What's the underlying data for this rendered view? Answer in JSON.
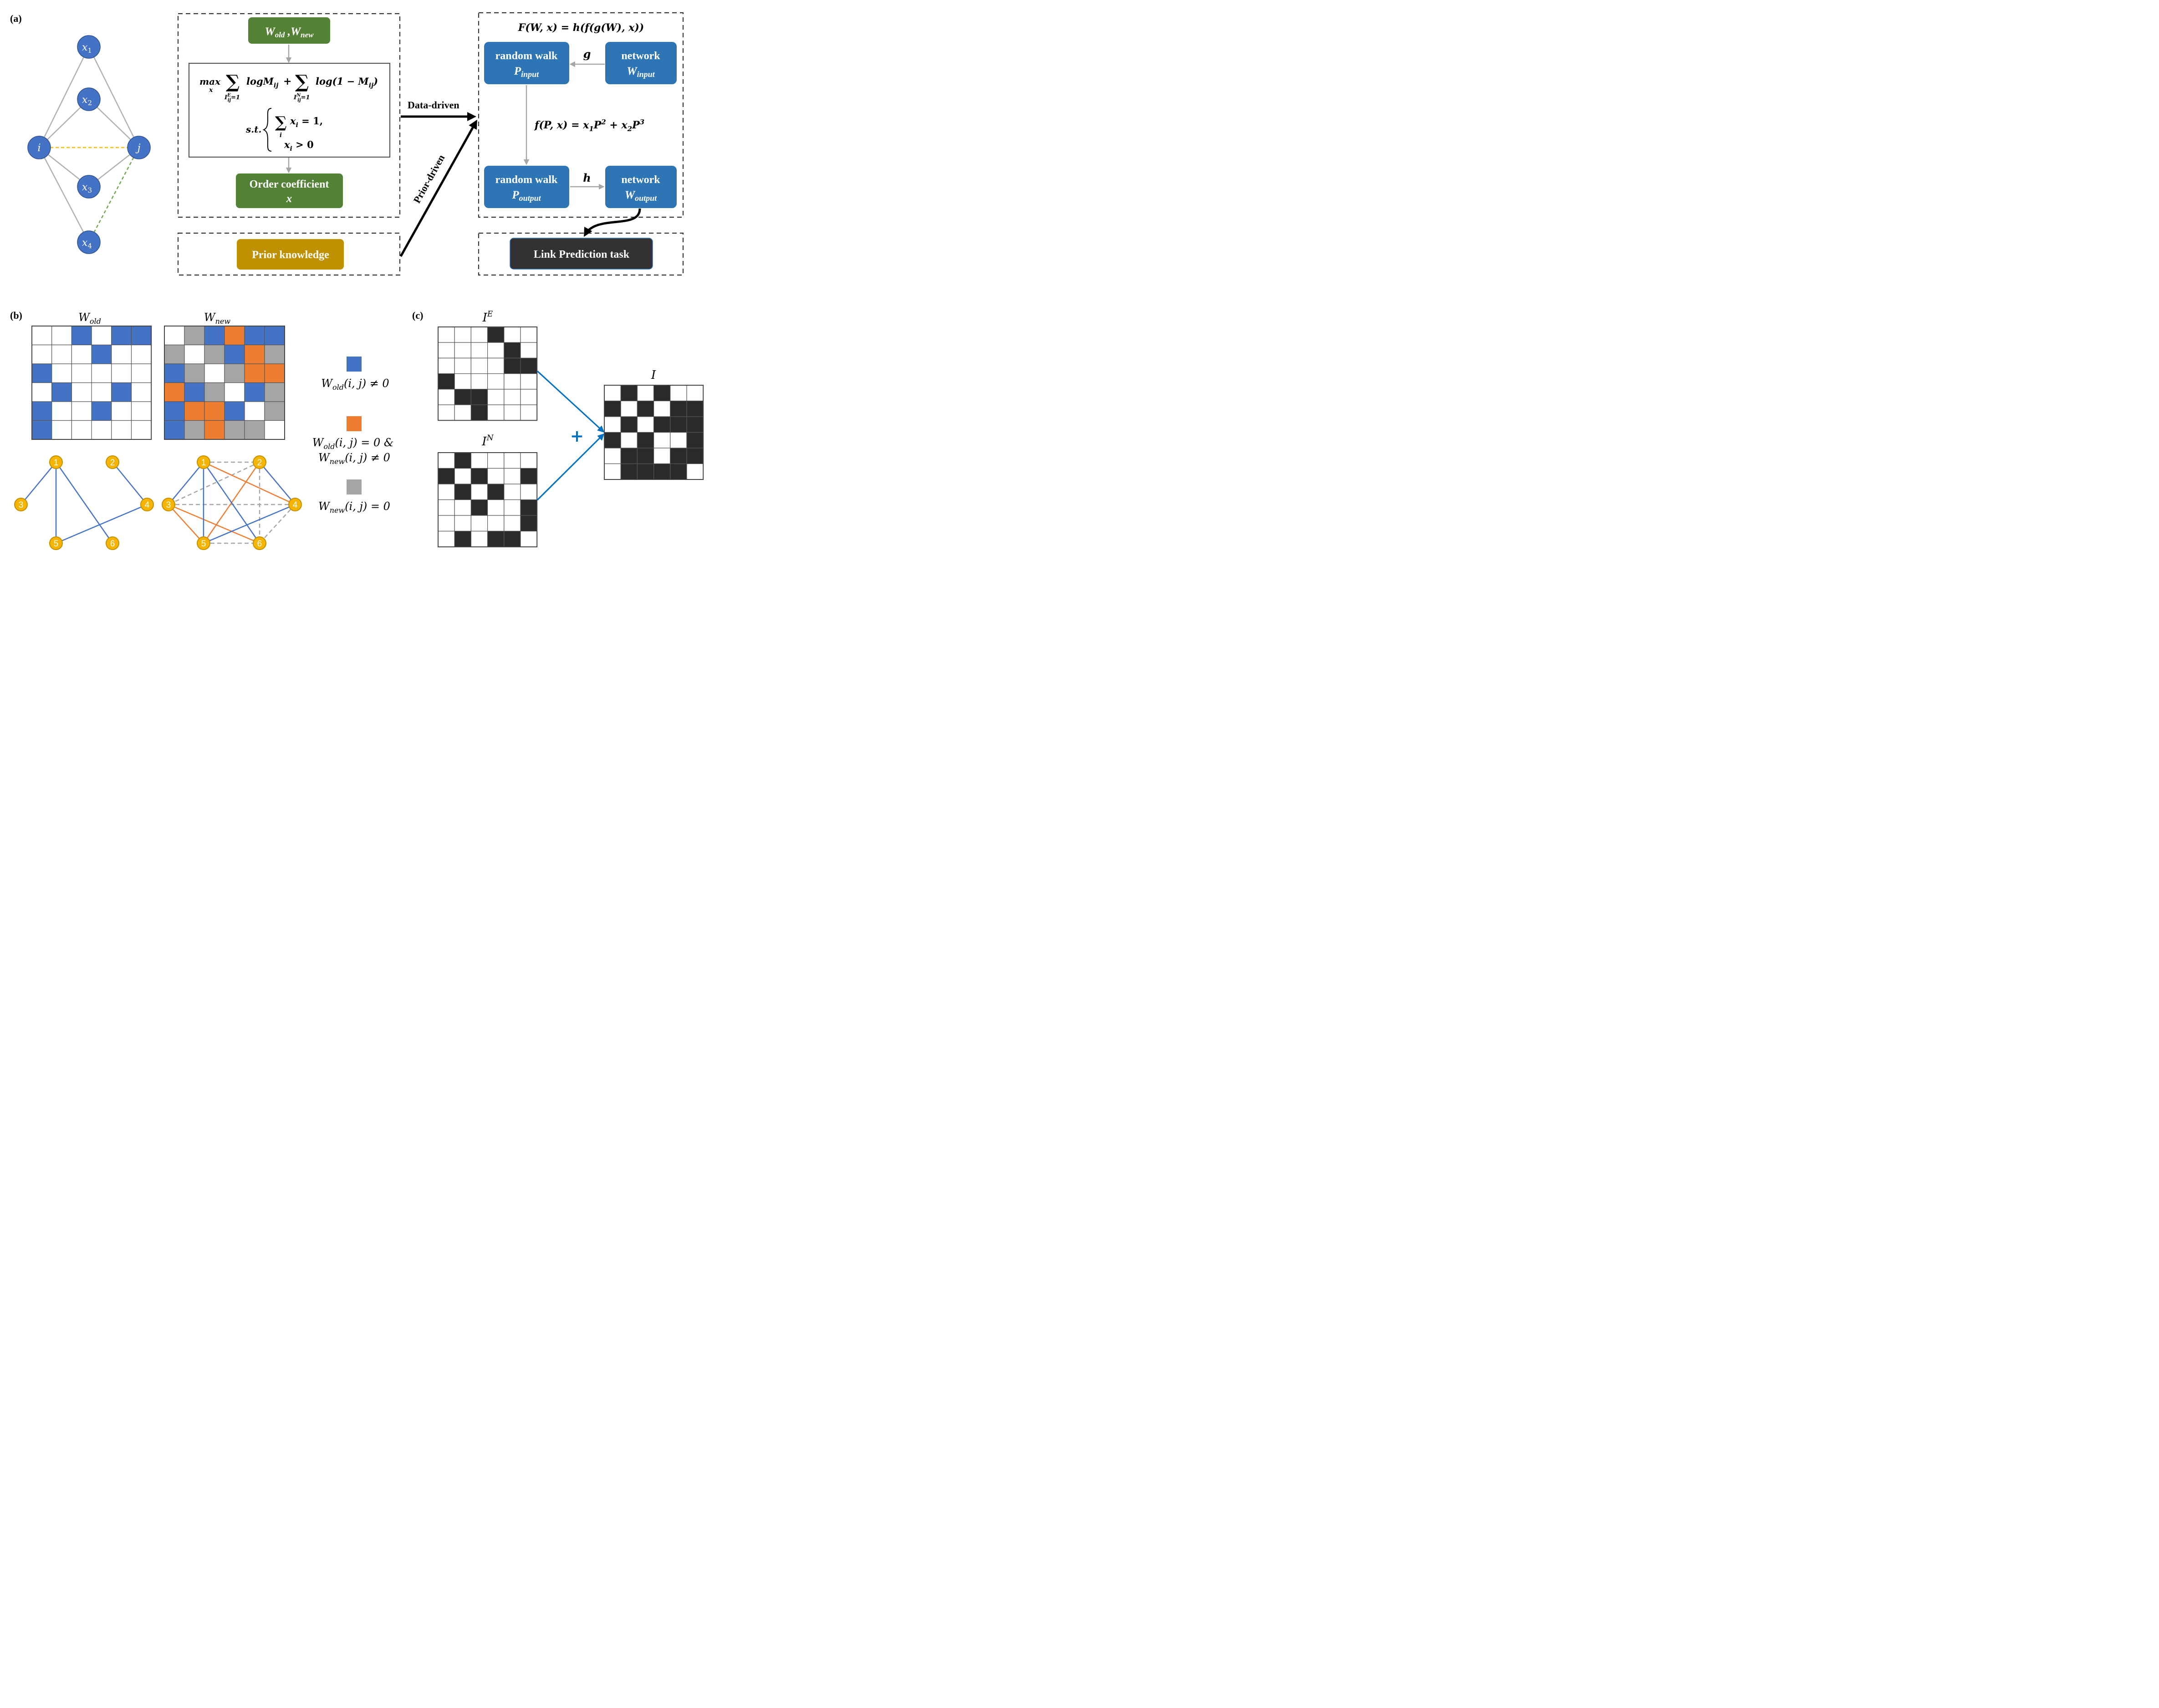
{
  "panels": {
    "a": "(a)",
    "b": "(b)",
    "c": "(c)"
  },
  "graph_a": {
    "nodes": [
      {
        "id": "x1",
        "base": "x",
        "sub": "1"
      },
      {
        "id": "x2",
        "base": "x",
        "sub": "2"
      },
      {
        "id": "i",
        "base": "i",
        "sub": ""
      },
      {
        "id": "j",
        "base": "j",
        "sub": ""
      },
      {
        "id": "x3",
        "base": "x",
        "sub": "3"
      },
      {
        "id": "x4",
        "base": "x",
        "sub": "4"
      }
    ],
    "edges": [
      [
        "i",
        "x1"
      ],
      [
        "x1",
        "j"
      ],
      [
        "i",
        "x2"
      ],
      [
        "x2",
        "j"
      ],
      [
        "i",
        "x3"
      ],
      [
        "x3",
        "j"
      ],
      [
        "i",
        "x4"
      ]
    ],
    "dashed_edges": [
      {
        "from": "i",
        "to": "j",
        "color": "#F0BE22"
      },
      {
        "from": "x4",
        "to": "j",
        "color": "#70A84A"
      }
    ]
  },
  "colors": {
    "blue": "#4472C4",
    "orange": "#ED7D31",
    "gray": "#A5A5A5",
    "green": "#538135",
    "gold": "#BF9000",
    "dark": "#333132",
    "node_blue": "#4472C4",
    "node_gold": "#F4B400",
    "box_blue": "#2E75B6",
    "arrow_blue": "#0070C0"
  },
  "flow": {
    "w_box": {
      "w1": "W",
      "w1_sub": "old",
      "sep": " ,",
      "w2": "W",
      "w2_sub": "new"
    },
    "objective": {
      "max": "max",
      "max_sub": "x",
      "sum": "∑",
      "sum1_sub": "I",
      "sum1_sub_sup": "E",
      "sum1_sub_tail": "ij",
      "sum1_sub_eq": "=1",
      "term1": "logM",
      "term1_sub": "ij",
      "plus": "+",
      "sum2_sub_sup": "N",
      "term2": "log(1 − M",
      "term2_sub": "ij",
      "term2_tail": ")",
      "st": "s.t.",
      "c1_var": "x",
      "c1_sub": "i",
      "c1_rest": " = 1,",
      "c1_sum_sub": "i",
      "c2_var": "x",
      "c2_sub": "i",
      "c2_rest": " > 0"
    },
    "order_box": {
      "line1": "Order coefficient",
      "line2": "x"
    },
    "prior_box": "Prior knowledge",
    "data_driven": "Data-driven",
    "prior_driven": "Prior-driven"
  },
  "model": {
    "formula": {
      "F": "F",
      "args": "(W, x) = ",
      "h": "h",
      "p1": "(",
      "f": "f",
      "p2": "(",
      "g": "g",
      "p3": "(W), x))"
    },
    "rw_input": {
      "line1": "random walk",
      "sym": "P",
      "sub": "input"
    },
    "net_input": {
      "line1": "network",
      "sym": "W",
      "sub": "input"
    },
    "g": "g",
    "f_formula": {
      "f": "f",
      "args": "(P, x) = ",
      "x1": "x",
      "x1_sub": "1",
      "P1": "P",
      "P1_sup": "2",
      "plus": " + ",
      "x2": "x",
      "x2_sub": "2",
      "P2": "P",
      "P2_sup": "3"
    },
    "rw_output": {
      "line1": "random walk",
      "sym": "P",
      "sub": "output"
    },
    "h": "h",
    "net_output": {
      "line1": "network",
      "sym": "W",
      "sub": "output"
    },
    "task": "Link Prediction task"
  },
  "panel_b": {
    "w_old_title": {
      "sym": "W",
      "sub": "old"
    },
    "w_new_title": {
      "sym": "W",
      "sub": "new"
    },
    "w_old_matrix": [
      [
        0,
        0,
        1,
        0,
        1,
        1
      ],
      [
        0,
        0,
        0,
        1,
        0,
        0
      ],
      [
        1,
        0,
        0,
        0,
        0,
        0
      ],
      [
        0,
        1,
        0,
        0,
        1,
        0
      ],
      [
        1,
        0,
        0,
        1,
        0,
        0
      ],
      [
        1,
        0,
        0,
        0,
        0,
        0
      ]
    ],
    "w_new_matrix": [
      [
        0,
        3,
        1,
        2,
        1,
        1
      ],
      [
        3,
        0,
        3,
        1,
        2,
        3
      ],
      [
        1,
        3,
        0,
        3,
        2,
        2
      ],
      [
        2,
        1,
        3,
        0,
        1,
        3
      ],
      [
        1,
        2,
        2,
        1,
        0,
        3
      ],
      [
        1,
        3,
        2,
        3,
        3,
        0
      ]
    ],
    "legend": {
      "blue": {
        "sym": "W",
        "sub": "old",
        "rest": "(i, j) ≠ 0"
      },
      "orange": {
        "line1_sym": "W",
        "line1_sub": "old",
        "line1_rest": "(i, j) = 0  &",
        "line2_sym": "W",
        "line2_sub": "new",
        "line2_rest": "(i, j) ≠ 0"
      },
      "gray": {
        "sym": "W",
        "sub": "new",
        "rest": "(i, j) = 0"
      }
    },
    "graph_old": {
      "nodes": [
        "1",
        "2",
        "3",
        "4",
        "5",
        "6"
      ],
      "edges": [
        [
          "1",
          "3"
        ],
        [
          "1",
          "5"
        ],
        [
          "1",
          "6"
        ],
        [
          "2",
          "4"
        ],
        [
          "4",
          "5"
        ]
      ]
    },
    "graph_new": {
      "nodes": [
        "1",
        "2",
        "3",
        "4",
        "5",
        "6"
      ],
      "blue_edges": [
        [
          "1",
          "3"
        ],
        [
          "1",
          "5"
        ],
        [
          "1",
          "6"
        ],
        [
          "2",
          "4"
        ],
        [
          "4",
          "5"
        ]
      ],
      "orange_edges": [
        [
          "1",
          "4"
        ],
        [
          "2",
          "5"
        ],
        [
          "3",
          "6"
        ],
        [
          "3",
          "5"
        ]
      ],
      "gray_edges": [
        [
          "1",
          "2"
        ],
        [
          "2",
          "3"
        ],
        [
          "3",
          "4"
        ],
        [
          "2",
          "6"
        ],
        [
          "4",
          "6"
        ],
        [
          "5",
          "6"
        ]
      ]
    }
  },
  "panel_c": {
    "ie_title": {
      "sym": "I",
      "sup": "E"
    },
    "in_title": {
      "sym": "I",
      "sup": "N"
    },
    "i_title": {
      "sym": "I"
    },
    "plus": "+",
    "ie_matrix": [
      [
        0,
        0,
        0,
        1,
        0,
        0
      ],
      [
        0,
        0,
        0,
        0,
        1,
        0
      ],
      [
        0,
        0,
        0,
        0,
        1,
        1
      ],
      [
        1,
        0,
        0,
        0,
        0,
        0
      ],
      [
        0,
        1,
        1,
        0,
        0,
        0
      ],
      [
        0,
        0,
        1,
        0,
        0,
        0
      ]
    ],
    "in_matrix": [
      [
        0,
        1,
        0,
        0,
        0,
        0
      ],
      [
        1,
        0,
        1,
        0,
        0,
        1
      ],
      [
        0,
        1,
        0,
        1,
        0,
        0
      ],
      [
        0,
        0,
        1,
        0,
        0,
        1
      ],
      [
        0,
        0,
        0,
        0,
        0,
        1
      ],
      [
        0,
        1,
        0,
        1,
        1,
        0
      ]
    ],
    "i_matrix": [
      [
        0,
        1,
        0,
        1,
        0,
        0
      ],
      [
        1,
        0,
        1,
        0,
        1,
        1
      ],
      [
        0,
        1,
        0,
        1,
        1,
        1
      ],
      [
        1,
        0,
        1,
        0,
        0,
        1
      ],
      [
        0,
        1,
        1,
        0,
        1,
        1
      ],
      [
        0,
        1,
        1,
        1,
        1,
        0
      ]
    ]
  }
}
